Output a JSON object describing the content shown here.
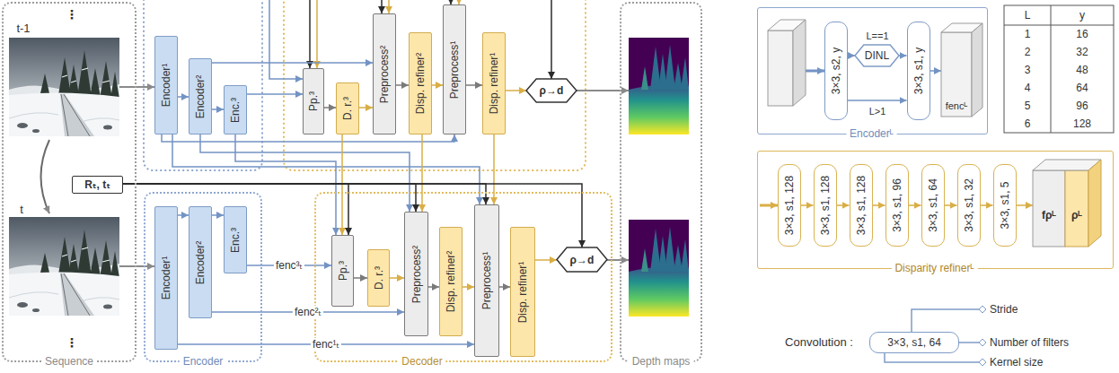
{
  "diagram": {
    "nodes": [
      {
        "text": [
          "Sequence"
        ]
      },
      {
        "text": [
          "Rₜ, tₜ"
        ],
        "in": 0
      },
      {
        "text": [
          "Encoder"
        ]
      },
      {
        "text": [
          "Encoder¹"
        ]
      },
      {
        "text": [
          "Encoder²"
        ]
      },
      {
        "text": [
          "Enc.³"
        ]
      },
      {
        "text": [
          "Encoder¹"
        ],
        "in": 2
      },
      {
        "text": [
          "Encoder²"
        ],
        "in": 2
      },
      {
        "text": [
          "Enc.³"
        ],
        "in": 2
      },
      {
        "text": [
          "Decoder"
        ]
      },
      {
        "text": [
          "Pp.³"
        ]
      },
      {
        "text": [
          "D. r.³"
        ]
      },
      {
        "text": [
          "Preprocess²"
        ]
      },
      {
        "text": [
          "Disp. refiner²"
        ]
      },
      {
        "text": [
          "Preprocess¹"
        ]
      },
      {
        "text": [
          "Disp. refiner¹"
        ]
      },
      {
        "text": [
          "ρ→d"
        ]
      },
      {
        "text": [
          "Pp.³"
        ],
        "in": 9
      },
      {
        "text": [
          "D. r.³"
        ],
        "in": 9
      },
      {
        "text": [
          "Preprocess²"
        ],
        "in": 9
      },
      {
        "text": [
          "Disp. refiner²"
        ],
        "in": 9
      },
      {
        "text": [
          "Preprocess¹"
        ],
        "in": 9
      },
      {
        "text": [
          "Disp. refiner¹"
        ],
        "in": 9
      },
      {
        "text": [
          "ρ→d"
        ],
        "in": 9
      },
      {
        "text": [
          "Depth maps"
        ]
      },
      {
        "text": [
          "Encoderᴸ"
        ]
      },
      {
        "text": [
          "3×3, s2, y"
        ],
        "in": 25
      },
      {
        "text": [
          "DINL"
        ],
        "in": 25
      },
      {
        "text": [
          "3×3, s1, y"
        ],
        "in": 25
      },
      {
        "text": [
          "Disparity refinerᴸ"
        ]
      },
      {
        "text": [
          "3×3, s1, 128"
        ],
        "in": 29
      },
      {
        "text": [
          "3×3, s1, 128"
        ],
        "in": 29
      },
      {
        "text": [
          "3×3, s1, 128"
        ],
        "in": 29
      },
      {
        "text": [
          "3×3, s1, 96"
        ],
        "in": 29
      },
      {
        "text": [
          "3×3, s1, 64"
        ],
        "in": 29
      },
      {
        "text": [
          "3×3, s1, 32"
        ],
        "in": 29
      },
      {
        "text": [
          "3×3, s1, 5"
        ],
        "in": 29
      },
      {
        "text": [
          "3×3, s1, 64"
        ]
      }
    ],
    "edges": [
      {
        "from": 3,
        "to": 4,
        "arrow": "to"
      },
      {
        "from": 4,
        "to": 5,
        "arrow": "to"
      },
      {
        "from": 5,
        "to": 10,
        "arrow": "to"
      },
      {
        "from": 10,
        "to": 11,
        "arrow": "to"
      },
      {
        "from": 11,
        "to": 12,
        "arrow": "to"
      },
      {
        "from": 12,
        "to": 13,
        "arrow": "to"
      },
      {
        "from": 13,
        "to": 14,
        "arrow": "to"
      },
      {
        "from": 14,
        "to": 15,
        "arrow": "to"
      },
      {
        "from": 15,
        "to": 16,
        "arrow": "to"
      },
      {
        "from": 4,
        "to": 12,
        "arrow": "to"
      },
      {
        "from": 3,
        "to": 14,
        "arrow": "to"
      },
      {
        "from": 6,
        "to": 7,
        "arrow": "to"
      },
      {
        "from": 7,
        "to": 8,
        "arrow": "to"
      },
      {
        "from": 8,
        "to": 17,
        "arrow": "to",
        "label": "fenc³ₜ"
      },
      {
        "from": 17,
        "to": 18,
        "arrow": "to"
      },
      {
        "from": 18,
        "to": 19,
        "arrow": "to"
      },
      {
        "from": 19,
        "to": 20,
        "arrow": "to"
      },
      {
        "from": 20,
        "to": 21,
        "arrow": "to"
      },
      {
        "from": 21,
        "to": 22,
        "arrow": "to"
      },
      {
        "from": 22,
        "to": 23,
        "arrow": "to"
      },
      {
        "from": 7,
        "to": 19,
        "arrow": "to",
        "label": "fenc²ₜ"
      },
      {
        "from": 6,
        "to": 21,
        "arrow": "to",
        "label": "fenc¹ₜ"
      },
      {
        "from": 5,
        "to": 17,
        "arrow": "to"
      },
      {
        "from": 4,
        "to": 19,
        "arrow": "to"
      },
      {
        "from": 3,
        "to": 21,
        "arrow": "to"
      },
      {
        "from": 11,
        "to": 17,
        "arrow": "to"
      },
      {
        "from": 13,
        "to": 19,
        "arrow": "to"
      },
      {
        "from": 15,
        "to": 21,
        "arrow": "to"
      },
      {
        "from": 1,
        "to": 17,
        "arrow": "to"
      },
      {
        "from": 1,
        "to": 19,
        "arrow": "to"
      },
      {
        "from": 1,
        "to": 21,
        "arrow": "to"
      },
      {
        "from": 1,
        "to": 23,
        "arrow": "to"
      },
      {
        "from": 26,
        "to": 27,
        "arrow": "to"
      },
      {
        "from": 27,
        "to": 28,
        "arrow": "to"
      },
      {
        "from": 26,
        "to": 28,
        "arrow": "to"
      },
      {
        "from": 30,
        "to": 31,
        "arrow": "to"
      },
      {
        "from": 31,
        "to": 32,
        "arrow": "to"
      },
      {
        "from": 32,
        "to": 33,
        "arrow": "to"
      },
      {
        "from": 33,
        "to": 34,
        "arrow": "to"
      },
      {
        "from": 34,
        "to": 35,
        "arrow": "to"
      },
      {
        "from": 35,
        "to": 36,
        "arrow": "to"
      }
    ],
    "labels": [
      "t-1",
      "⋮",
      "t",
      "⋮",
      "L==1",
      "L>1",
      "fencᴸ",
      "L",
      "y",
      "1",
      "16",
      "2",
      "32",
      "3",
      "48",
      "4",
      "64",
      "5",
      "96",
      "6",
      "128",
      "fρᴸ",
      "ρᴸ",
      "Convolution :",
      "Stride",
      "Number of filters",
      "Kernel size"
    ]
  }
}
